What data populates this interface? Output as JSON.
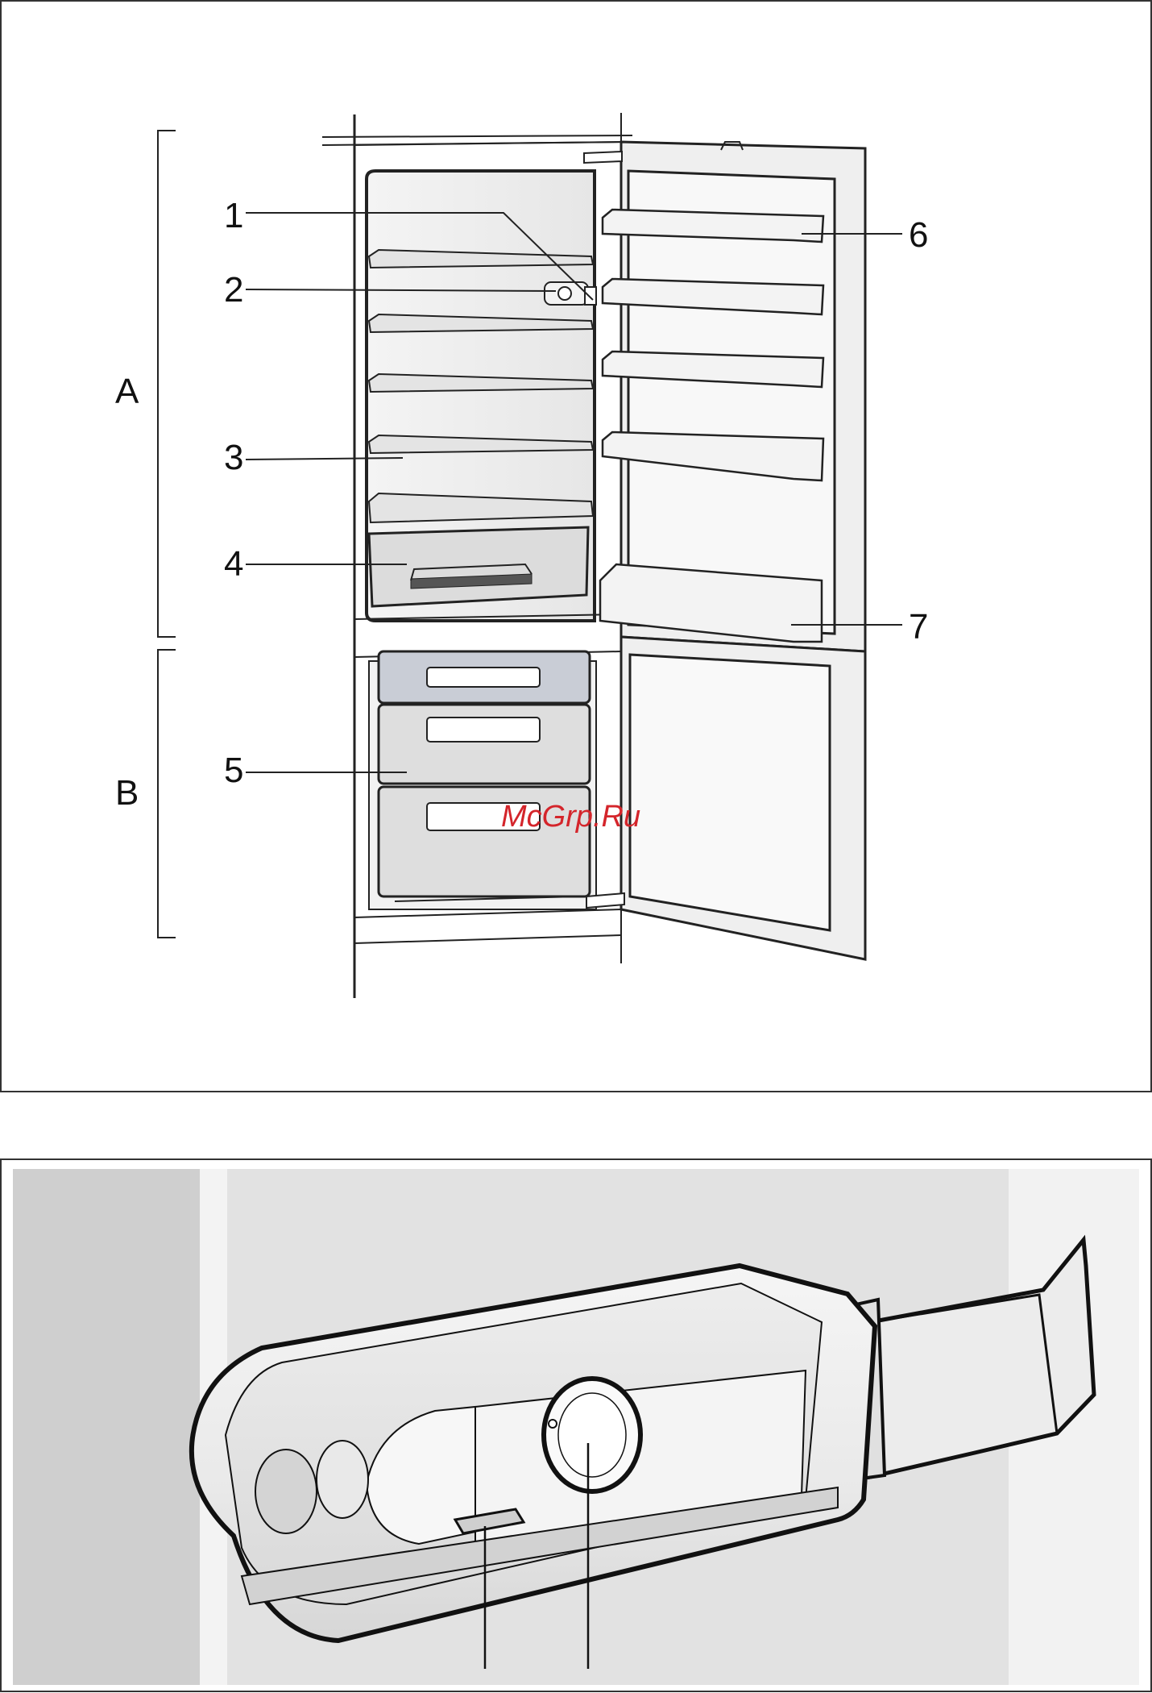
{
  "figure_top": {
    "part_labels": {
      "p1": "1",
      "p2": "2",
      "p3": "3",
      "p4": "4",
      "p5": "5",
      "p6": "6",
      "p7": "7"
    },
    "zone_labels": {
      "a": "A",
      "b": "B"
    },
    "watermark": "McGrp.Ru"
  },
  "figure_bottom": {
    "callouts": []
  },
  "colors": {
    "line": "#222222",
    "panel_bg": "#e2e2e2",
    "panel_dark": "#cfcfcf",
    "drawer_tint": "#c9cdd6",
    "watermark": "#d4252b"
  },
  "icons": [
    "fridge-drawing",
    "interior-light-drawing"
  ]
}
